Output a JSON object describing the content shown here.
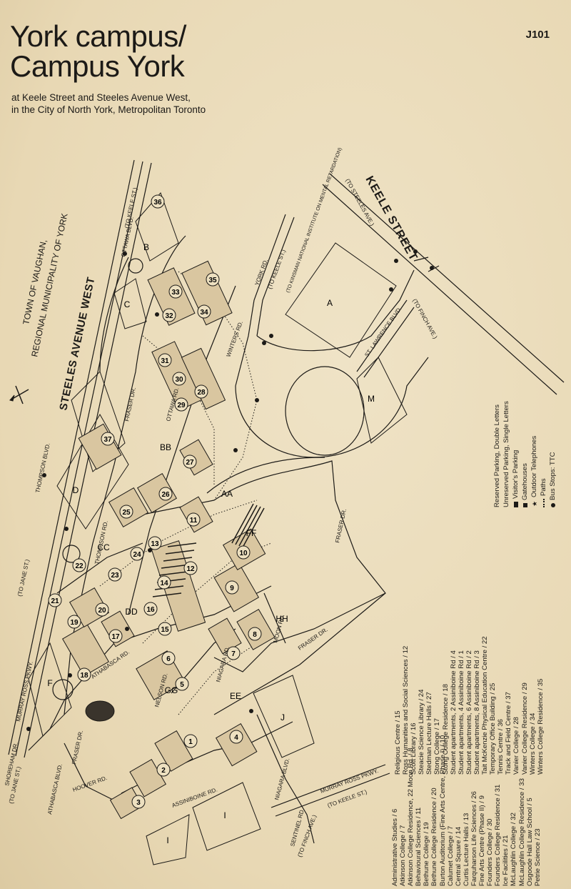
{
  "header": {
    "title_line1": "York campus/",
    "title_line2": "Campus York",
    "subtitle_line1": "at Keele Street and Steeles Avenue West,",
    "subtitle_line2": "in the City of North York, Metropolitan Toronto",
    "page_code": "J101"
  },
  "streets": {
    "keele": "KEELE STREET",
    "steeles": "STEELES AVENUE WEST",
    "to_steeles": "(TO STEELES AVE.)",
    "to_finch": "(TO FINCH AVE.)",
    "to_keele1": "(TO KEELE ST.)",
    "to_keele2": "(TO KEELE ST.)",
    "to_keele3": "(TO KEELE ST.)",
    "to_jane1": "(TO JANE ST.)",
    "to_jane2": "(TO JANE ST.)",
    "to_finch2": "(TO FINCH AVE.)",
    "york_rd": "YORK RD.",
    "kinsman": "(TO KINSMAN NATIONAL INSTITUTE ON MENTAL RETARDATION)",
    "ottawa_blvd": "OTTAWA BLVD.",
    "thompson_blvd": "THOMPSON BLVD.",
    "thompson_rd": "THOMPSON RD.",
    "fraser_dr": "FRASER DR.",
    "winters_rd": "WINTERS RD.",
    "ottawa_rd": "OTTAWA RD.",
    "st_lawrence": "ST. LAWRENCE BLVD.",
    "murray_ross": "MURRAY ROSS PKWY.",
    "shoreham": "SHOREHAM DR.",
    "athabasca_blvd": "ATHABASCA BLVD.",
    "athabasca_rd": "ATHABASCA RD.",
    "nelson_rd": "NELSON RD.",
    "niagara_rd": "NIAGARA RD.",
    "niagara_blvd": "NIAGARA BLVD.",
    "moon_rd": "MOON RD.",
    "assiniboine_rd": "ASSINIBOINE RD.",
    "hoover_rd": "HOOVER RD.",
    "sentinel_rd": "SENTINEL RD.",
    "vaughan": "TOWN OF VAUGHAN,",
    "york_region": "REGIONAL MUNICIPALITY OF YORK"
  },
  "parking_lots": [
    "A",
    "B",
    "C",
    "D",
    "F",
    "I",
    "I",
    "J",
    "M",
    "AA",
    "BB",
    "CC",
    "DD",
    "EE",
    "FF",
    "GG",
    "HH"
  ],
  "buildings": [
    "1",
    "2",
    "3",
    "4",
    "5",
    "6",
    "7",
    "8",
    "9",
    "10",
    "11",
    "12",
    "13",
    "14",
    "15",
    "16",
    "17",
    "18",
    "19",
    "20",
    "21",
    "22",
    "23",
    "24",
    "25",
    "26",
    "27",
    "28",
    "29",
    "30",
    "31",
    "32",
    "33",
    "34",
    "35",
    "36",
    "37"
  ],
  "index_col1": [
    "Administrative Studies / 6",
    "Atkinson College / 7",
    "Atkinson College Residence, 22 Moon Rd. / 8",
    "Behavioural Sciences / 11",
    "Bethune College / 19",
    "Bethune College Residence / 20",
    "Burton Auditorium (Fine Arts Centre, Phase I) / 10",
    "Calumet College / 7",
    "Central Square / 14",
    "Curtis Lecture Halls / 13",
    "Farquharson Life Sciences / 26",
    "Fine Arts Centre (Phase II) / 9",
    "Founders College / 30",
    "Founders College Residence / 31",
    "Ice Facilities / 21",
    "McLaughlin College / 32",
    "McLaughlin College Residence / 33",
    "Osgoode Hall Law School / 5",
    "Petrie Science / 23"
  ],
  "index_col2": [
    "Religious Centre / 15",
    "Ross Humanities and Social Sciences / 12",
    "Scott Library / 16",
    "Steacie Science Library / 24",
    "Stedman Lecture Halls / 27",
    "Stong College / 17",
    "Stong College Residence / 18",
    "Student apartments, 2 Assiniboine Rd / 4",
    "Student apartments, 4 Assiniboine Rd / 1",
    "Student apartments, 6 Assiniboine Rd / 2",
    "Student apartments, 8 Assiniboine Rd / 3",
    "Tait McKenzie Physical Education Centre / 22",
    "Temporary Office Building / 25",
    "Tennis Centre / 36",
    "Track and Field Centre / 37",
    "Vanier College / 28",
    "Vanier College Residence / 29",
    "Winters College / 34",
    "Winters College Residence / 35"
  ],
  "legend": {
    "reserved": "Reserved Parking, Double Letters",
    "unreserved": "Unreserved Parking, Single Letters",
    "visitor": "Visitor's Parking",
    "gatehouses": "Gatehouses",
    "phones": "Outdoor Telephones",
    "paths": "Paths",
    "bus": "Bus Stops: TTC"
  },
  "colors": {
    "ink": "#1c1a17",
    "paper": "#ede0c0"
  }
}
